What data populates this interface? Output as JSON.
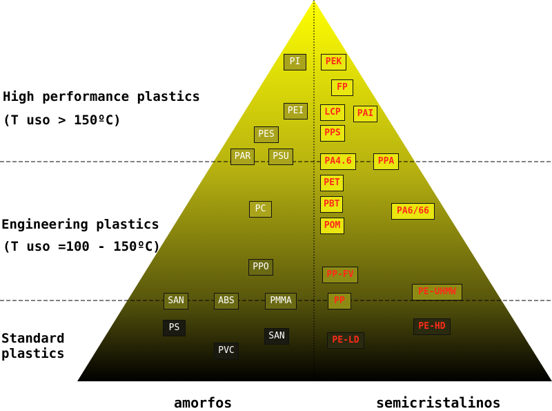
{
  "tiers": {
    "high": {
      "title": "High performance plastics",
      "range": "(T uso > 150ºC)"
    },
    "engineering": {
      "title": "Engineering plastics",
      "range": "(T uso =100 - 150ºC)"
    },
    "standard": {
      "title_line1": "Standard",
      "title_line2": "plastics"
    }
  },
  "columns": {
    "left": "amorfos",
    "right": "semicristalinos"
  },
  "colors": {
    "top": "#ffff00",
    "bottom": "#000000",
    "amorphous_text": "#ffffff",
    "semicrystalline_text": "#ff2a1a"
  },
  "amorphous": [
    "PI",
    "PEI",
    "PES",
    "PAR",
    "PSU",
    "PC",
    "PPO",
    "SAN",
    "ABS",
    "PMMA",
    "PS",
    "SAN",
    "PVC"
  ],
  "semicrystalline": [
    "PEK",
    "FP",
    "LCP",
    "PAI",
    "PPS",
    "PA4.6",
    "PPA",
    "PET",
    "PBT",
    "PA6/66",
    "POM",
    "PP-FV",
    "PE-UHMW",
    "PP",
    "PE-HD",
    "PE-LD"
  ]
}
